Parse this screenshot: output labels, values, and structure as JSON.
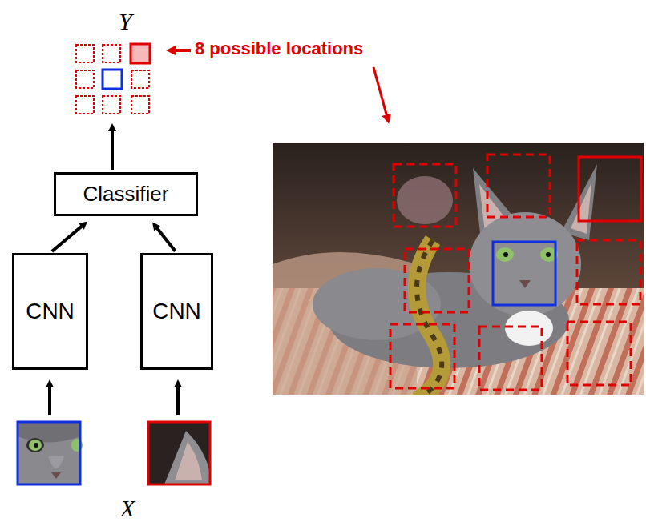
{
  "diagram": {
    "nodes": [
      {
        "text": [
          "Classifier"
        ]
      },
      {
        "text": [
          "CNN"
        ]
      },
      {
        "text": [
          "CNN"
        ]
      }
    ],
    "edges": [
      {
        "from": 1,
        "to": 0,
        "arrow": "to"
      },
      {
        "from": 2,
        "to": 0,
        "arrow": "to"
      }
    ],
    "labels": [
      "Y",
      "8 possible locations",
      "X"
    ]
  }
}
